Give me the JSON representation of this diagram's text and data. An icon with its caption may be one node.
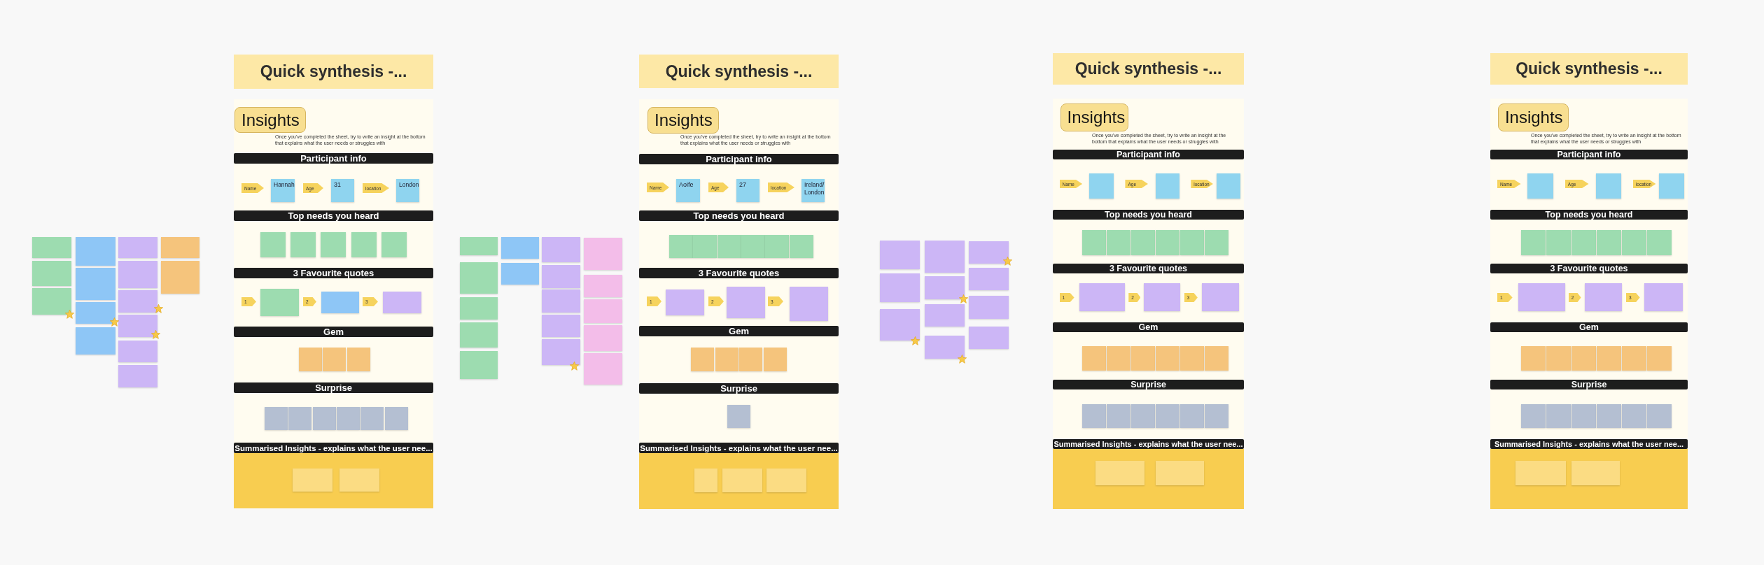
{
  "diagram": {
    "nodes": [
      {
        "text": [],
        "shape": "box"
      },
      {
        "text": [],
        "shape": "box"
      },
      {
        "text": [],
        "shape": "box"
      },
      {
        "text": [],
        "shape": "box"
      },
      {
        "text": [],
        "shape": "box"
      },
      {
        "text": [],
        "shape": "box"
      },
      {
        "text": [],
        "shape": "box"
      },
      {
        "text": [],
        "shape": "box"
      },
      {
        "text": [],
        "shape": "box"
      },
      {
        "text": [],
        "shape": "box"
      },
      {
        "text": [],
        "shape": "box"
      },
      {
        "text": [],
        "shape": "box"
      },
      {
        "text": [],
        "shape": "box"
      },
      {
        "text": [],
        "shape": "box"
      },
      {
        "text": [],
        "shape": "box"
      },
      {
        "text": [
          "Quick synthesis -..."
        ]
      },
      {
        "text": [],
        "shape": "box"
      },
      {
        "text": [
          "Insights"
        ],
        "in": 16
      },
      {
        "text": [
          "Participant info"
        ],
        "in": 16
      },
      {
        "text": [
          "Name"
        ],
        "in": 16
      },
      {
        "text": [
          "Hannah"
        ],
        "in": 16
      },
      {
        "text": [
          "Age"
        ],
        "in": 16
      },
      {
        "text": [
          "31"
        ],
        "in": 16
      },
      {
        "text": [
          "location"
        ],
        "in": 16
      },
      {
        "text": [
          "London"
        ],
        "in": 16
      },
      {
        "text": [
          "Top needs you heard"
        ],
        "in": 16
      },
      {
        "text": [],
        "shape": "box",
        "in": 16
      },
      {
        "text": [],
        "shape": "box",
        "in": 16
      },
      {
        "text": [],
        "shape": "box",
        "in": 16
      },
      {
        "text": [],
        "shape": "box",
        "in": 16
      },
      {
        "text": [],
        "shape": "box",
        "in": 16
      },
      {
        "text": [
          "3 Favourite quotes"
        ],
        "in": 16
      },
      {
        "text": [
          "1"
        ],
        "in": 16
      },
      {
        "text": [],
        "shape": "box",
        "in": 16
      },
      {
        "text": [
          "2"
        ],
        "in": 16
      },
      {
        "text": [],
        "shape": "box",
        "in": 16
      },
      {
        "text": [
          "3"
        ],
        "in": 16
      },
      {
        "text": [],
        "shape": "box",
        "in": 16
      },
      {
        "text": [
          "Gem"
        ],
        "in": 16
      },
      {
        "text": [],
        "shape": "box",
        "in": 16
      },
      {
        "text": [],
        "shape": "box",
        "in": 16
      },
      {
        "text": [],
        "shape": "box",
        "in": 16
      },
      {
        "text": [
          "Surprise"
        ],
        "in": 16
      },
      {
        "text": [],
        "shape": "box",
        "in": 16
      },
      {
        "text": [],
        "shape": "box",
        "in": 16
      },
      {
        "text": [],
        "shape": "box",
        "in": 16
      },
      {
        "text": [],
        "shape": "box",
        "in": 16
      },
      {
        "text": [],
        "shape": "box",
        "in": 16
      },
      {
        "text": [],
        "shape": "box",
        "in": 16
      },
      {
        "text": [
          "Summarised Insights - explains what the user nee..."
        ],
        "in": 16
      },
      {
        "text": [],
        "shape": "box",
        "in": 16
      },
      {
        "text": [],
        "shape": "box",
        "in": 50
      },
      {
        "text": [],
        "shape": "box",
        "in": 50
      },
      {
        "text": [],
        "shape": "box"
      },
      {
        "text": [],
        "shape": "box"
      },
      {
        "text": [],
        "shape": "box"
      },
      {
        "text": [],
        "shape": "box"
      },
      {
        "text": [],
        "shape": "box"
      },
      {
        "text": [],
        "shape": "box"
      },
      {
        "text": [],
        "shape": "box"
      },
      {
        "text": [],
        "shape": "box"
      },
      {
        "text": [],
        "shape": "box"
      },
      {
        "text": [],
        "shape": "box"
      },
      {
        "text": [],
        "shape": "box"
      },
      {
        "text": [],
        "shape": "box"
      },
      {
        "text": [],
        "shape": "box"
      },
      {
        "text": [],
        "shape": "box"
      },
      {
        "text": [],
        "shape": "box"
      },
      {
        "text": [],
        "shape": "box"
      },
      {
        "text": [],
        "shape": "box"
      },
      {
        "text": [
          "Quick synthesis -..."
        ]
      },
      {
        "text": [],
        "shape": "box"
      },
      {
        "text": [
          "Insights"
        ],
        "in": 71
      },
      {
        "text": [
          "Participant info"
        ],
        "in": 71
      },
      {
        "text": [
          "Name"
        ],
        "in": 71
      },
      {
        "text": [
          "Aoife"
        ],
        "in": 71
      },
      {
        "text": [
          "Age"
        ],
        "in": 71
      },
      {
        "text": [
          "27"
        ],
        "in": 71
      },
      {
        "text": [
          "location"
        ],
        "in": 71
      },
      {
        "text": [
          "Ireland/ London"
        ],
        "in": 71
      },
      {
        "text": [
          "Top needs you heard"
        ],
        "in": 71
      },
      {
        "text": [],
        "shape": "box",
        "in": 71
      },
      {
        "text": [],
        "shape": "box",
        "in": 71
      },
      {
        "text": [],
        "shape": "box",
        "in": 71
      },
      {
        "text": [],
        "shape": "box",
        "in": 71
      },
      {
        "text": [],
        "shape": "box",
        "in": 71
      },
      {
        "text": [],
        "shape": "box",
        "in": 71
      },
      {
        "text": [
          "3 Favourite quotes"
        ],
        "in": 71
      },
      {
        "text": [
          "1"
        ],
        "in": 71
      },
      {
        "text": [],
        "shape": "box",
        "in": 71
      },
      {
        "text": [
          "2"
        ],
        "in": 71
      },
      {
        "text": [],
        "shape": "box",
        "in": 71
      },
      {
        "text": [
          "3"
        ],
        "in": 71
      },
      {
        "text": [],
        "shape": "box",
        "in": 71
      },
      {
        "text": [
          "Gem"
        ],
        "in": 71
      },
      {
        "text": [],
        "shape": "box",
        "in": 71
      },
      {
        "text": [],
        "shape": "box",
        "in": 71
      },
      {
        "text": [],
        "shape": "box",
        "in": 71
      },
      {
        "text": [],
        "shape": "box",
        "in": 71
      },
      {
        "text": [
          "Surprise"
        ],
        "in": 71
      },
      {
        "text": [],
        "shape": "box",
        "in": 71
      },
      {
        "text": [
          "Summarised Insights - explains what the user nee..."
        ],
        "in": 71
      },
      {
        "text": [],
        "shape": "box",
        "in": 71
      },
      {
        "text": [],
        "shape": "box",
        "in": 102
      },
      {
        "text": [],
        "shape": "box",
        "in": 102
      },
      {
        "text": [],
        "shape": "box",
        "in": 102
      },
      {
        "text": [],
        "shape": "box"
      },
      {
        "text": [],
        "shape": "box"
      },
      {
        "text": [],
        "shape": "box"
      },
      {
        "text": [],
        "shape": "box"
      },
      {
        "text": [],
        "shape": "box"
      },
      {
        "text": [],
        "shape": "box"
      },
      {
        "text": [],
        "shape": "box"
      },
      {
        "text": [],
        "shape": "box"
      },
      {
        "text": [],
        "shape": "box"
      },
      {
        "text": [],
        "shape": "box"
      },
      {
        "text": [],
        "shape": "box"
      },
      {
        "text": [
          "Quick synthesis -..."
        ]
      },
      {
        "text": [],
        "shape": "box"
      },
      {
        "text": [
          "Insights"
        ],
        "in": 118
      },
      {
        "text": [
          "Participant info"
        ],
        "in": 118
      },
      {
        "text": [
          "Name"
        ],
        "in": 118
      },
      {
        "text": [],
        "shape": "box",
        "in": 118
      },
      {
        "text": [
          "Age"
        ],
        "in": 118
      },
      {
        "text": [],
        "shape": "box",
        "in": 118
      },
      {
        "text": [
          "location"
        ],
        "in": 118
      },
      {
        "text": [],
        "shape": "box",
        "in": 118
      },
      {
        "text": [
          "Top needs you heard"
        ],
        "in": 118
      },
      {
        "text": [],
        "shape": "box",
        "in": 118
      },
      {
        "text": [],
        "shape": "box",
        "in": 118
      },
      {
        "text": [],
        "shape": "box",
        "in": 118
      },
      {
        "text": [],
        "shape": "box",
        "in": 118
      },
      {
        "text": [],
        "shape": "box",
        "in": 118
      },
      {
        "text": [],
        "shape": "box",
        "in": 118
      },
      {
        "text": [
          "3 Favourite quotes"
        ],
        "in": 118
      },
      {
        "text": [
          "1"
        ],
        "in": 118
      },
      {
        "text": [],
        "shape": "box",
        "in": 118
      },
      {
        "text": [
          "2"
        ],
        "in": 118
      },
      {
        "text": [],
        "shape": "box",
        "in": 118
      },
      {
        "text": [
          "3"
        ],
        "in": 118
      },
      {
        "text": [],
        "shape": "box",
        "in": 118
      },
      {
        "text": [
          "Gem"
        ],
        "in": 118
      },
      {
        "text": [],
        "shape": "box",
        "in": 118
      },
      {
        "text": [],
        "shape": "box",
        "in": 118
      },
      {
        "text": [],
        "shape": "box",
        "in": 118
      },
      {
        "text": [],
        "shape": "box",
        "in": 118
      },
      {
        "text": [],
        "shape": "box",
        "in": 118
      },
      {
        "text": [],
        "shape": "box",
        "in": 118
      },
      {
        "text": [
          "Surprise"
        ],
        "in": 118
      },
      {
        "text": [],
        "shape": "box",
        "in": 118
      },
      {
        "text": [],
        "shape": "box",
        "in": 118
      },
      {
        "text": [],
        "shape": "box",
        "in": 118
      },
      {
        "text": [],
        "shape": "box",
        "in": 118
      },
      {
        "text": [],
        "shape": "box",
        "in": 118
      },
      {
        "text": [],
        "shape": "box",
        "in": 118
      },
      {
        "text": [
          "Summarised Insights - explains what the user nee..."
        ],
        "in": 118
      },
      {
        "text": [],
        "shape": "box",
        "in": 118
      },
      {
        "text": [],
        "shape": "box",
        "in": 156
      },
      {
        "text": [],
        "shape": "box",
        "in": 156
      },
      {
        "text": [
          "Quick synthesis -..."
        ]
      },
      {
        "text": [],
        "shape": "box"
      },
      {
        "text": [
          "Insights"
        ],
        "in": 160
      },
      {
        "text": [
          "Participant info"
        ],
        "in": 160
      },
      {
        "text": [
          "Name"
        ],
        "in": 160
      },
      {
        "text": [],
        "shape": "box",
        "in": 160
      },
      {
        "text": [
          "Age"
        ],
        "in": 160
      },
      {
        "text": [],
        "shape": "box",
        "in": 160
      },
      {
        "text": [
          "location"
        ],
        "in": 160
      },
      {
        "text": [],
        "shape": "box",
        "in": 160
      },
      {
        "text": [
          "Top needs you heard"
        ],
        "in": 160
      },
      {
        "text": [],
        "shape": "box",
        "in": 160
      },
      {
        "text": [],
        "shape": "box",
        "in": 160
      },
      {
        "text": [],
        "shape": "box",
        "in": 160
      },
      {
        "text": [],
        "shape": "box",
        "in": 160
      },
      {
        "text": [],
        "shape": "box",
        "in": 160
      },
      {
        "text": [],
        "shape": "box",
        "in": 160
      },
      {
        "text": [
          "3 Favourite quotes"
        ],
        "in": 160
      },
      {
        "text": [
          "1"
        ],
        "in": 160
      },
      {
        "text": [],
        "shape": "box",
        "in": 160
      },
      {
        "text": [
          "2"
        ],
        "in": 160
      },
      {
        "text": [],
        "shape": "box",
        "in": 160
      },
      {
        "text": [
          "3"
        ],
        "in": 160
      },
      {
        "text": [],
        "shape": "box",
        "in": 160
      },
      {
        "text": [
          "Gem"
        ],
        "in": 160
      },
      {
        "text": [],
        "shape": "box",
        "in": 160
      },
      {
        "text": [],
        "shape": "box",
        "in": 160
      },
      {
        "text": [],
        "shape": "box",
        "in": 160
      },
      {
        "text": [],
        "shape": "box",
        "in": 160
      },
      {
        "text": [],
        "shape": "box",
        "in": 160
      },
      {
        "text": [],
        "shape": "box",
        "in": 160
      },
      {
        "text": [
          "Surprise"
        ],
        "in": 160
      },
      {
        "text": [],
        "shape": "box",
        "in": 160
      },
      {
        "text": [],
        "shape": "box",
        "in": 160
      },
      {
        "text": [],
        "shape": "box",
        "in": 160
      },
      {
        "text": [],
        "shape": "box",
        "in": 160
      },
      {
        "text": [],
        "shape": "box",
        "in": 160
      },
      {
        "text": [],
        "shape": "box",
        "in": 160
      },
      {
        "text": [
          "Summarised Insights - explains what the user nee..."
        ],
        "in": 160
      },
      {
        "text": [],
        "shape": "box",
        "in": 160
      },
      {
        "text": [],
        "shape": "box",
        "in": 198
      },
      {
        "text": [],
        "shape": "box",
        "in": 198
      }
    ],
    "labels": [
      "Once you've completed the sheet, try to write an insight at the bottom that explains what the user needs or struggles with",
      "Once you've completed the sheet, try to write an insight at the bottom that explains what the user needs or struggles with",
      "Once you've completed the sheet, try to write an insight at the bottom that explains what the user needs or struggles with",
      "Once you've completed the sheet, try to write an insight at the bottom that explains what the user needs or struggles with"
    ]
  }
}
